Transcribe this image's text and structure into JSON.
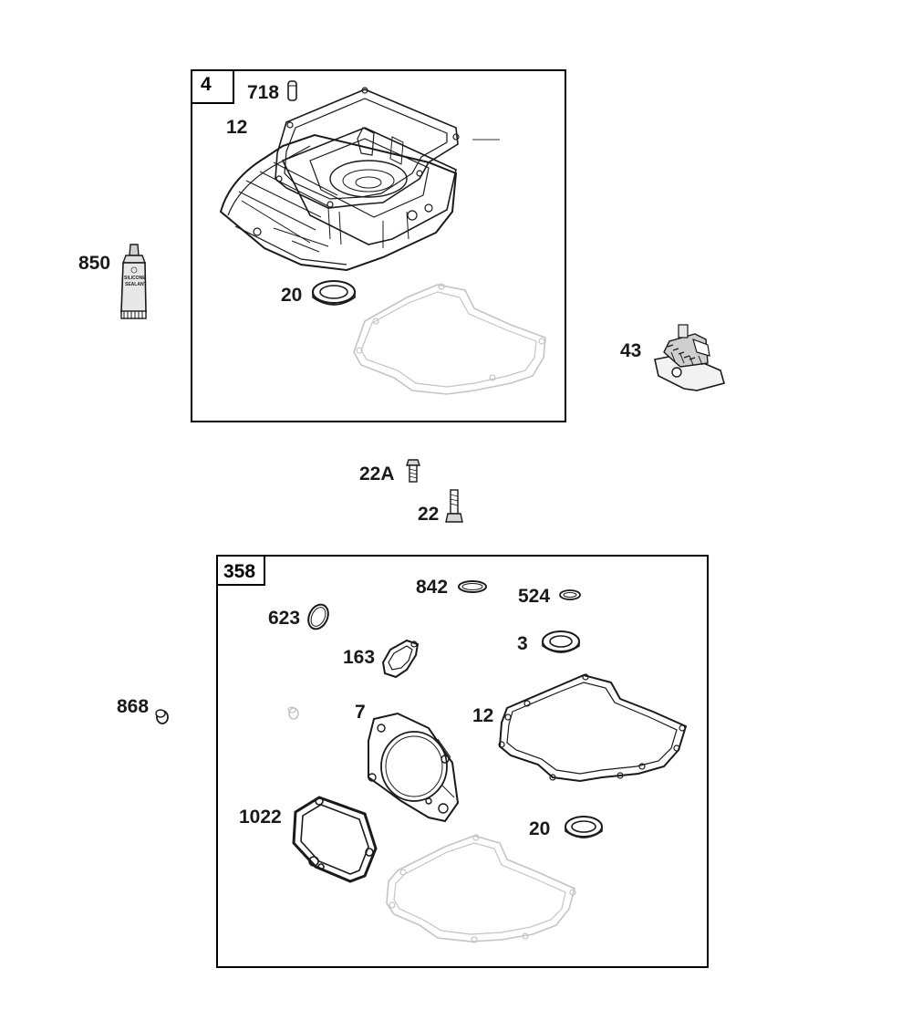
{
  "kits": [
    {
      "id": "kit-4",
      "number": "4"
    },
    {
      "id": "kit-358",
      "number": "358"
    }
  ],
  "parts": {
    "p718": "718",
    "p12a": "12",
    "p850": "850",
    "p20a": "20",
    "p43": "43",
    "p22a": "22A",
    "p22": "22",
    "p842": "842",
    "p524": "524",
    "p623": "623",
    "p163": "163",
    "p3": "3",
    "p868": "868",
    "p7": "7",
    "p12b": "12",
    "p1022": "1022",
    "p20b": "20"
  },
  "tube_text": {
    "line1": "SILICONE",
    "line2": "SEALANT"
  }
}
